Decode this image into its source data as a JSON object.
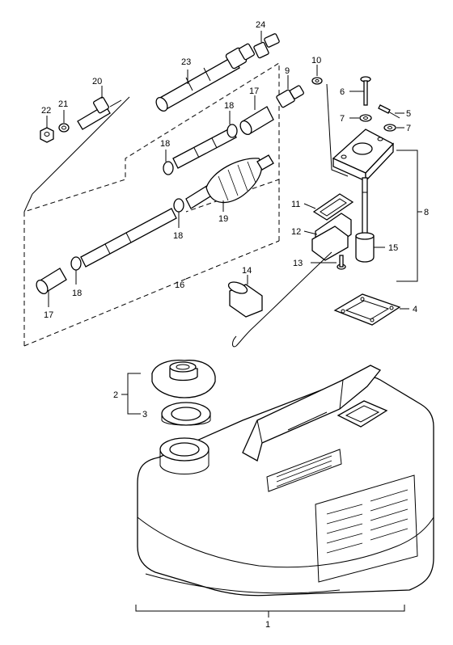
{
  "diagram": {
    "callouts": {
      "c1": "1",
      "c2": "2",
      "c3": "3",
      "c4": "4",
      "c5": "5",
      "c6": "6",
      "c7a": "7",
      "c7b": "7",
      "c8": "8",
      "c9": "9",
      "c10": "10",
      "c11": "11",
      "c12": "12",
      "c13": "13",
      "c14": "14",
      "c15": "15",
      "c16": "16",
      "c17a": "17",
      "c17b": "17",
      "c18a": "18",
      "c18b": "18",
      "c18c": "18",
      "c18d": "18",
      "c19": "19",
      "c20": "20",
      "c21": "21",
      "c22": "22",
      "c23": "23",
      "c24": "24"
    }
  }
}
